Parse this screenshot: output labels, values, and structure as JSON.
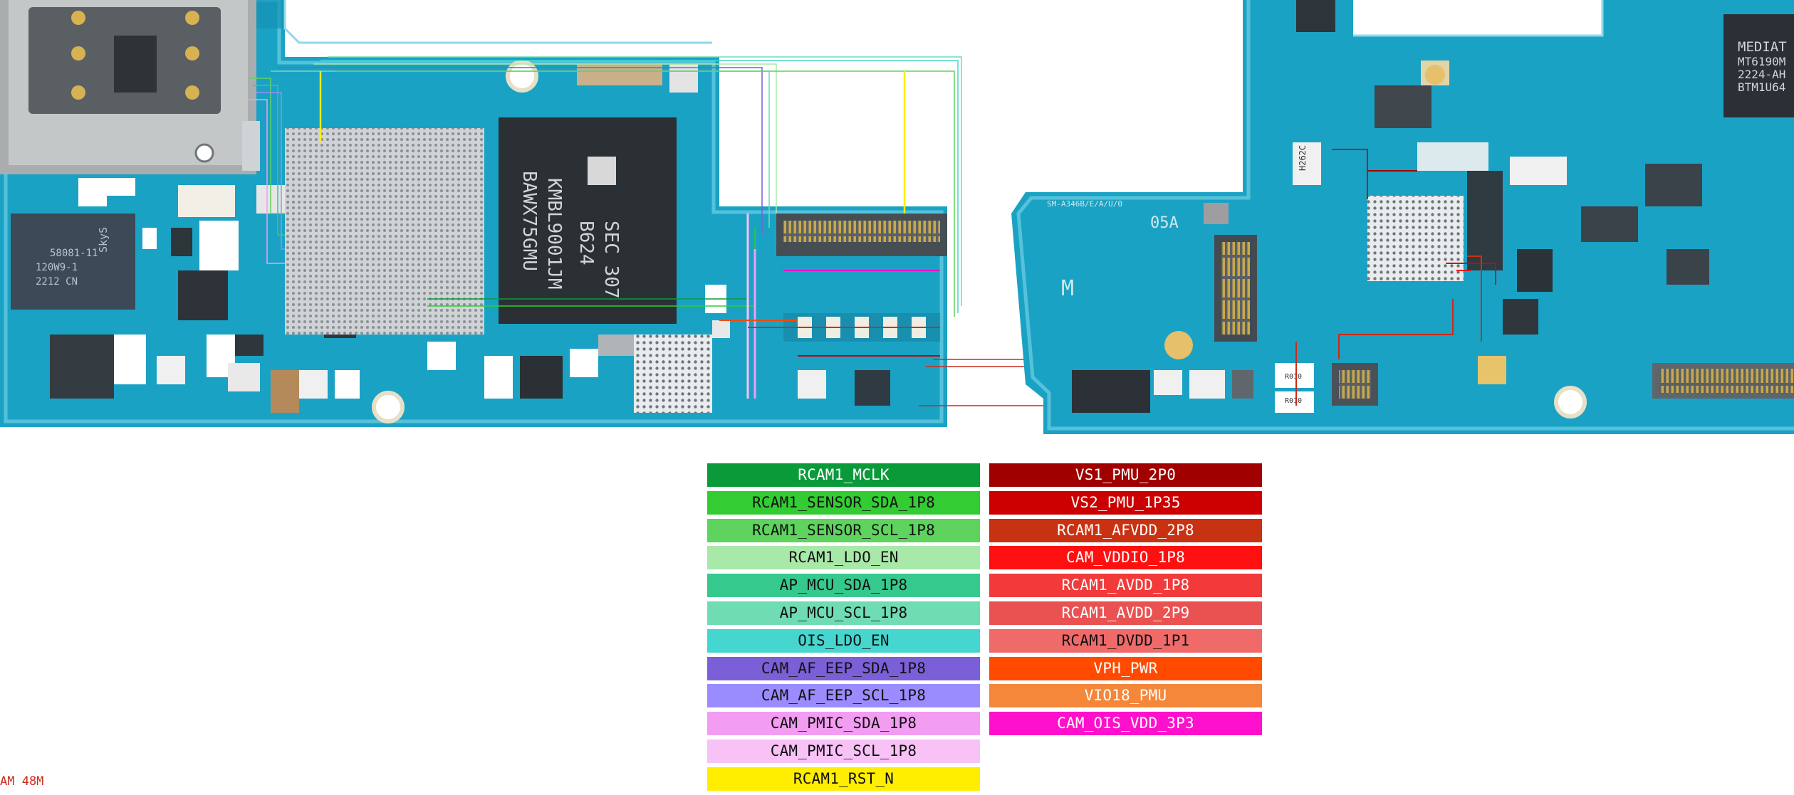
{
  "caption": "AM 48M",
  "board_marks": {
    "modem_ic": [
      "SkyS",
      "58081-11",
      "120W9-1",
      "2212 CN"
    ],
    "memory_ic": [
      "SEC 307",
      "B624",
      "KMBL9001JM",
      "BAWX75GMU"
    ],
    "mediatek_ic": [
      "MEDIAT",
      "MT6190M",
      "2224-AH",
      "BTM1U64"
    ],
    "silk_revision": "05A",
    "silk_model": "SM-A346B/E/A/U/0",
    "silk_letter": "M",
    "inductor_a": "R010",
    "inductor_b": "R010",
    "coil": "H262C"
  },
  "legend": {
    "left": [
      {
        "label": "RCAM1_MCLK",
        "bg": "#0a9a3a",
        "fg": "#ffffff"
      },
      {
        "label": "RCAM1_SENSOR_SDA_1P8",
        "bg": "#33cc33",
        "fg": "#111111"
      },
      {
        "label": "RCAM1_SENSOR_SCL_1P8",
        "bg": "#5ed35e",
        "fg": "#111111"
      },
      {
        "label": "RCAM1_LDO_EN",
        "bg": "#a8e8a8",
        "fg": "#111111"
      },
      {
        "label": "AP_MCU_SDA_1P8",
        "bg": "#35c98e",
        "fg": "#111111"
      },
      {
        "label": "AP_MCU_SCL_1P8",
        "bg": "#6fdcb4",
        "fg": "#111111"
      },
      {
        "label": "OIS_LDO_EN",
        "bg": "#45d6d0",
        "fg": "#111111"
      },
      {
        "label": "CAM_AF_EEP_SDA_1P8",
        "bg": "#7a5fd6",
        "fg": "#111111"
      },
      {
        "label": "CAM_AF_EEP_SCL_1P8",
        "bg": "#9a8cff",
        "fg": "#111111"
      },
      {
        "label": "CAM_PMIC_SDA_1P8",
        "bg": "#f29cf2",
        "fg": "#111111"
      },
      {
        "label": "CAM_PMIC_SCL_1P8",
        "bg": "#f9c2f7",
        "fg": "#111111"
      },
      {
        "label": "RCAM1_RST_N",
        "bg": "#ffee00",
        "fg": "#111111"
      }
    ],
    "right": [
      {
        "label": "VS1_PMU_2P0",
        "bg": "#a00000",
        "fg": "#ffffff"
      },
      {
        "label": "VS2_PMU_1P35",
        "bg": "#cc0000",
        "fg": "#ffffff"
      },
      {
        "label": "RCAM1_AFVDD_2P8",
        "bg": "#c83212",
        "fg": "#ffffff"
      },
      {
        "label": "CAM_VDDIO_1P8",
        "bg": "#ff1010",
        "fg": "#ffffff"
      },
      {
        "label": "RCAM1_AVDD_1P8",
        "bg": "#f23a3a",
        "fg": "#ffffff"
      },
      {
        "label": "RCAM1_AVDD_2P9",
        "bg": "#ea5252",
        "fg": "#ffffff"
      },
      {
        "label": "RCAM1_DVDD_1P1",
        "bg": "#f06a6a",
        "fg": "#111111"
      },
      {
        "label": "VPH_PWR",
        "bg": "#ff4a00",
        "fg": "#ffffff"
      },
      {
        "label": "VIO18_PMU",
        "bg": "#f5873a",
        "fg": "#ffffff"
      },
      {
        "label": "CAM_OIS_VDD_3P3",
        "bg": "#ff10cc",
        "fg": "#ffffff"
      }
    ]
  }
}
